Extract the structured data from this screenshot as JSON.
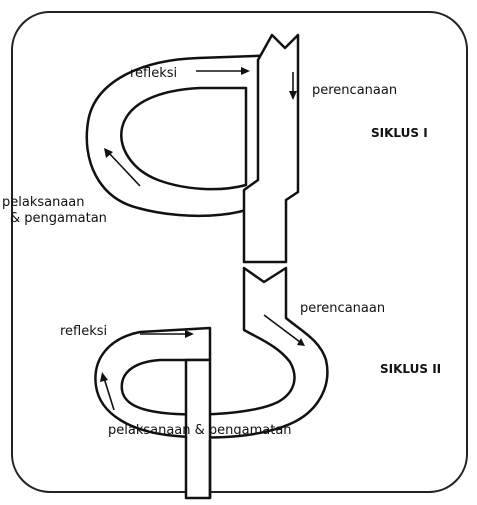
{
  "colors": {
    "stroke": "#111111",
    "band_fill": "#ffffff",
    "frame": "#222222",
    "background": "#ffffff"
  },
  "cycle1": {
    "title": "SIKLUS I",
    "reflection": "refleksi",
    "planning": "perencanaan",
    "action_line1": "pelaksanaan",
    "action_line2": "& pengamatan"
  },
  "cycle2": {
    "title": "SIKLUS II",
    "reflection": "refleksi",
    "planning": "perencanaan",
    "action": "pelaksanaan & pengamatan"
  }
}
